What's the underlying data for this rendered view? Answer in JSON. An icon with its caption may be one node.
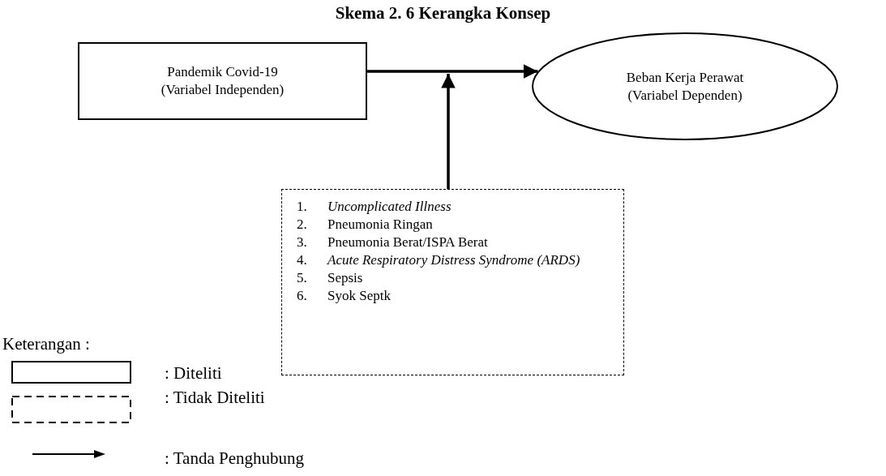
{
  "diagram": {
    "title": "Skema 2. 6 Kerangka Konsep",
    "nodes": [
      {
        "text": [
          "Pandemik Covid-19",
          "(Variabel Independen)"
        ]
      },
      {
        "text": [
          "Beban Kerja Perawat",
          "(Variabel Dependen)"
        ]
      },
      {
        "text": [
          "1. *Uncomplicated Illness*",
          "2. Pneumonia Ringan",
          "3. Pneumonia Berat/ISPA Berat",
          "4. *Acute Respiratory Distress Syndrome (ARDS)*",
          "5. Sepsis",
          "6. Syok Septk"
        ]
      }
    ],
    "edges": [
      {
        "from": 0,
        "to": 1,
        "arrow": "to"
      },
      {
        "from": 2,
        "to": null,
        "arrow": "to"
      }
    ],
    "labels": [
      "Keterangan :"
    ],
    "legend": [
      {
        "text": ": Diteliti"
      },
      {
        "text": ": Tidak Diteliti"
      },
      {
        "text": ": Tanda Penghubung"
      }
    ]
  }
}
